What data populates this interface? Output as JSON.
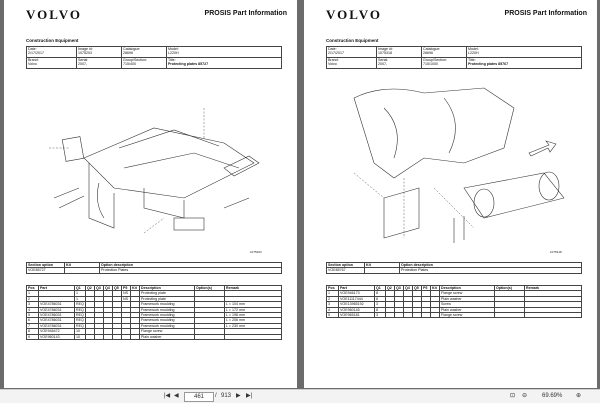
{
  "brand": "VOLVO",
  "doc_title": "PROSIS Part Information",
  "subtitle": "Construction Equipment",
  "labels": {
    "date": "Date:",
    "image_id": "Image id:",
    "catalogue": "Catalogue:",
    "model": "Model:",
    "brand": "Brand:",
    "serial": "Serial:",
    "group": "Group/Section:",
    "title": "Title:",
    "section_option": "Section option",
    "kit": "Kit",
    "option_description": "Option description"
  },
  "columns": [
    "Pos",
    "Part",
    "Q1",
    "Q2",
    "Q3",
    "Q4",
    "Q5",
    "P5",
    "Kit",
    "Description",
    "Option(s)",
    "Remark"
  ],
  "left": {
    "date": "2/17/2017",
    "image_id": "1075203",
    "catalogue": "28696",
    "model": "L220H",
    "brand": "Volvo",
    "serial": "2007-",
    "group": "715/400",
    "title": "Protecting plates 85727",
    "figure_no": "1075203",
    "section_option": "VOE85727",
    "kit": "",
    "option_description": "Protection Plates",
    "rows": [
      [
        "1",
        "",
        "1",
        "",
        "",
        "",
        "",
        "NS",
        "",
        "Protecting plate",
        "",
        ""
      ],
      [
        "2",
        "",
        "1",
        "",
        "",
        "",
        "",
        "NS",
        "",
        "Protecting plate",
        "",
        ""
      ],
      [
        "3",
        "VOE4786031",
        "REQ",
        "",
        "",
        "",
        "",
        "",
        "",
        "Framework moulding",
        "",
        "L = 104 mm"
      ],
      [
        "4",
        "VOE4786031",
        "REQ",
        "",
        "",
        "",
        "",
        "",
        "",
        "Framework moulding",
        "",
        "L = 172 mm"
      ],
      [
        "5",
        "VOE4786031",
        "REQ",
        "",
        "",
        "",
        "",
        "",
        "",
        "Framework moulding",
        "",
        "L = 198 mm"
      ],
      [
        "6",
        "VOE4786031",
        "REQ",
        "",
        "",
        "",
        "",
        "",
        "",
        "Framework moulding",
        "",
        "L = 206 mm"
      ],
      [
        "7",
        "VOE4786031",
        "REQ",
        "",
        "",
        "",
        "",
        "",
        "",
        "Framework moulding",
        "",
        "L = 230 mm"
      ],
      [
        "8",
        "VOE946472",
        "10",
        "",
        "",
        "",
        "",
        "",
        "",
        "Flange screw",
        "",
        ""
      ],
      [
        "9",
        "VOE960143",
        "10",
        "",
        "",
        "",
        "",
        "",
        "",
        "Plain washer",
        "",
        ""
      ]
    ]
  },
  "right": {
    "date": "2/17/2017",
    "image_id": "1075318",
    "catalogue": "28696",
    "model": "L220H",
    "brand": "Volvo",
    "serial": "2007-",
    "group": "715/1000",
    "title": "Protecting plates 85767",
    "figure_no": "1075318",
    "section_option": "VOE85767",
    "kit": "",
    "option_description": "Protection Plates",
    "rows": [
      [
        "1",
        "VOE946173",
        "8",
        "",
        "",
        "",
        "",
        "",
        "",
        "Flange screw",
        "",
        ""
      ],
      [
        "2",
        "VOE11117444",
        "8",
        "",
        "",
        "",
        "",
        "",
        "",
        "Plain washer",
        "",
        ""
      ],
      [
        "3",
        "VOE13965192",
        "3",
        "",
        "",
        "",
        "",
        "",
        "",
        "Screw",
        "",
        ""
      ],
      [
        "4",
        "VOE960145",
        "8",
        "",
        "",
        "",
        "",
        "",
        "",
        "Plain washer",
        "",
        ""
      ],
      [
        "5",
        "VOE965181",
        "3",
        "",
        "",
        "",
        "",
        "",
        "",
        "Flange screw",
        "",
        ""
      ]
    ]
  },
  "viewer": {
    "page_current": "461",
    "page_sep": "/",
    "page_total": "913",
    "zoom": "69.69%"
  }
}
